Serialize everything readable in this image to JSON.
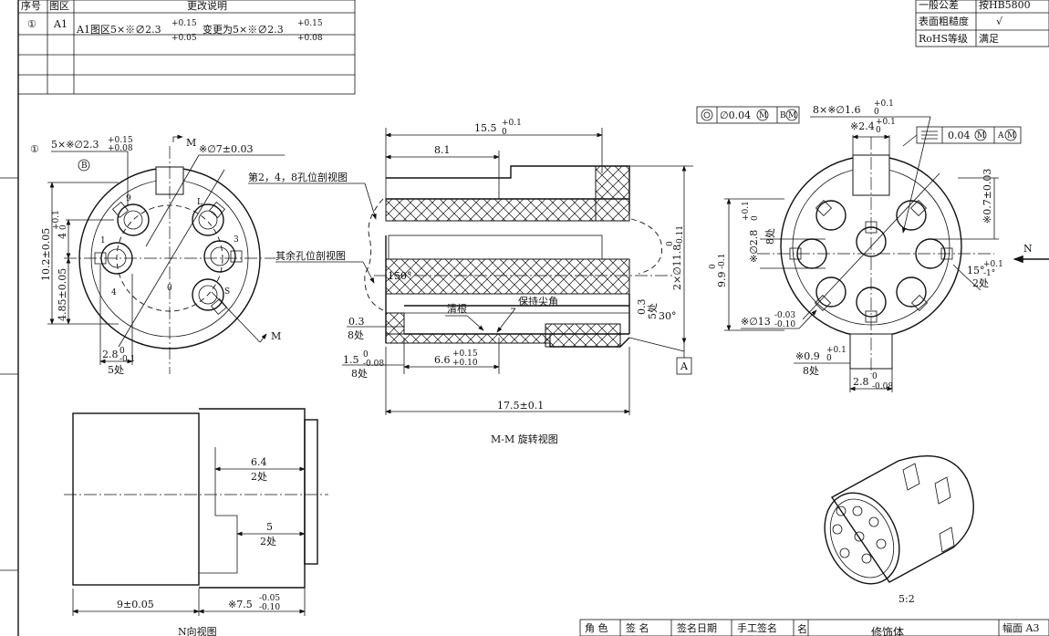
{
  "revision_table": {
    "headers": [
      "序号",
      "图区",
      "更改说明"
    ],
    "rows": [
      {
        "no": "①",
        "zone": "A1",
        "desc": "A1图区5×※∅2.3 +0.15/+0.05 变更为5×※∅2.3 +0.15/+0.08"
      }
    ],
    "desc_parts": {
      "p1": "A1图区5×※∅2.3",
      "up1": "+0.15",
      "lo1": "+0.05",
      "p2": "变更为5×※∅2.3",
      "up2": "+0.15",
      "lo2": "+0.08"
    }
  },
  "spec_table": {
    "rows": [
      {
        "label": "一般公差",
        "value": "按HB5800"
      },
      {
        "label": "表面粗糙度",
        "value": "√"
      },
      {
        "label": "RoHS等级",
        "value": "满足"
      }
    ]
  },
  "title_block": {
    "headers": [
      "角 色",
      "签 名",
      "签名日期",
      "手工签名",
      "名"
    ],
    "part_name": "修饰体",
    "sheet_label": "幅面 A3"
  },
  "left_view": {
    "note_mark": "①",
    "holes_note": "5×※∅2.3",
    "holes_tol_up": "+0.15",
    "holes_tol_lo": "+0.08",
    "datum_b": "B",
    "center_hole": "※∅7±0.03",
    "dim_height": "10.2±0.05",
    "dim_4": "4",
    "dim_4_up": "+0.1",
    "dim_4_lo": "0",
    "dim_485": "4.85±0.05",
    "dim_28": "2.8",
    "dim_28_up": "0",
    "dim_28_lo": "-0.1",
    "dim_28_count": "5处",
    "section_m_top": "M",
    "section_m_bottom": "M",
    "hole_nums": [
      "0",
      "L",
      "3",
      "1",
      "S",
      "4",
      "9"
    ]
  },
  "section_view": {
    "caption": "M-M 旋转视图",
    "label_248": "第2，4，8孔位剖视图",
    "label_rest": "其余孔位剖视图",
    "dim_155": "15.5",
    "dim_155_up": "+0.1",
    "dim_155_lo": "0",
    "dim_81": "8.1",
    "dim_150": "150°",
    "dim_03": "0.3",
    "dim_03_count": "8处",
    "dim_15": "1.5",
    "dim_15_up": "0",
    "dim_15_lo": "-0.08",
    "dim_15_count": "8处",
    "dim_66": "6.6",
    "dim_66_up": "+0.15",
    "dim_66_lo": "+0.10",
    "dim_175": "17.5±0.1",
    "label_qinggen": "清根",
    "label_jianjiao": "保持尖角",
    "dim_diam118": "2×∅11.8",
    "dim_diam118_up": "0",
    "dim_diam118_lo": "-0.11",
    "dim_03v": "0.3",
    "dim_03v_count": "5处",
    "dim_30deg": "30°",
    "datum_a": "A"
  },
  "right_view": {
    "fcf1_tol": "∅0.04",
    "fcf1_mod": "M",
    "fcf1_datum": "B",
    "fcf1_datum_mod": "M",
    "holes_note": "8×※∅1.6",
    "holes_up": "+0.1",
    "holes_lo": "0",
    "dim_24": "※2.4",
    "dim_24_up": "+0.1",
    "dim_24_lo": "0",
    "fcf2_tol": "0.04",
    "fcf2_mod": "M",
    "fcf2_datum": "A",
    "fcf2_datum_mod": "M",
    "dim_07": "※0.7±0.03",
    "dim_28": "※∅2.8",
    "dim_28_up": "+0.1",
    "dim_28_lo": "0",
    "dim_28_count": "8处",
    "dim_99": "9.9",
    "dim_99_up": "0",
    "dim_99_lo": "-0.1",
    "dim_13": "※∅13",
    "dim_13_up": "-0.03",
    "dim_13_lo": "-0.10",
    "dim_15deg": "15°",
    "dim_15deg_up": "+0.1",
    "dim_15deg_lo": "-1°",
    "dim_15deg_count": "2处",
    "view_n": "N",
    "dim_09": "※0.9",
    "dim_09_up": "+0.1",
    "dim_09_lo": "0",
    "dim_09_count": "8处",
    "dim_28b": "2.8",
    "dim_28b_up": "0",
    "dim_28b_lo": "-0.08"
  },
  "n_view": {
    "caption": "N向视图",
    "dim_64": "6.4",
    "dim_64_count": "2处",
    "dim_5": "5",
    "dim_5_count": "2处",
    "dim_9": "9±0.05",
    "dim_75": "※7.5",
    "dim_75_up": "-0.05",
    "dim_75_lo": "-0.10"
  },
  "iso_view": {
    "scale": "5:2"
  }
}
